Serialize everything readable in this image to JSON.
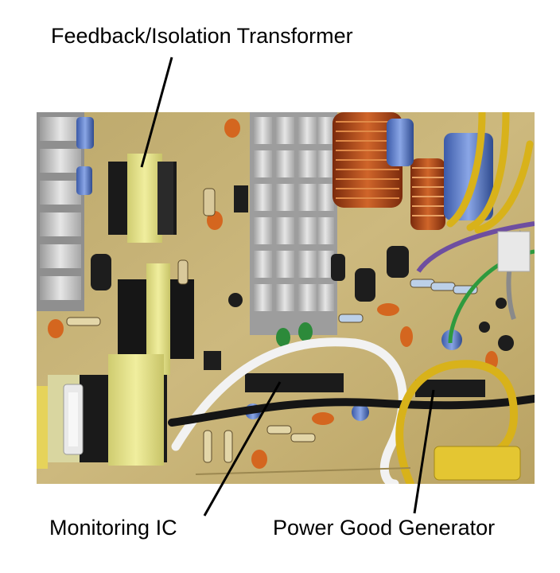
{
  "labels": {
    "top": "Feedback/Isolation Transformer",
    "monitoring": "Monitoring IC",
    "power_good": "Power Good Generator"
  },
  "colors": {
    "board": "#c9b57a",
    "heatsink": "#c8c8c8",
    "copper": "#b5521f",
    "transformer_yellow": "#e2df8a",
    "wire_yellow": "#d8b21a",
    "wire_white": "#f2f2f2",
    "wire_black": "#151515"
  }
}
